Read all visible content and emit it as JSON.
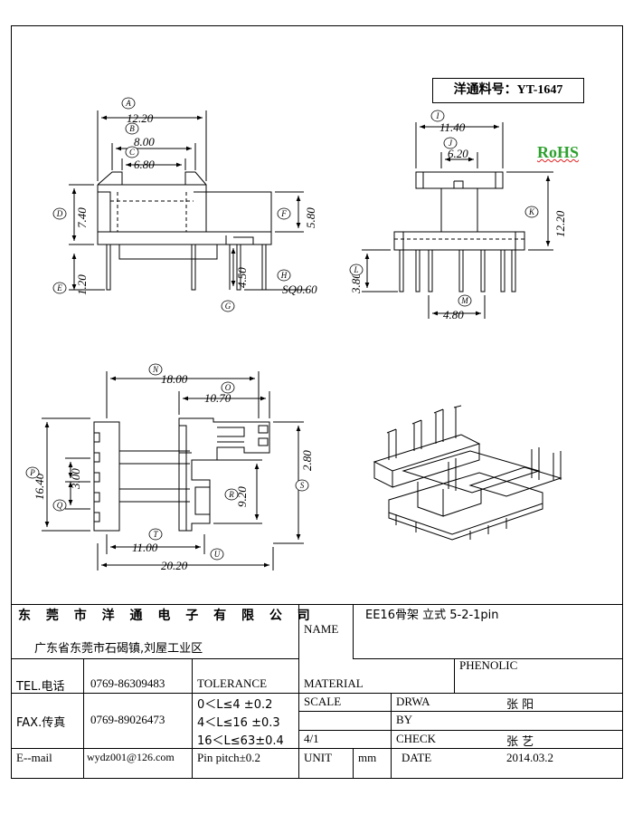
{
  "part_number": "洋通料号：YT-1647",
  "rohs": "RoHS",
  "dimensions": {
    "A": "12.20",
    "B": "8.00",
    "C": "6.80",
    "D": "7.40",
    "E": "1.20",
    "F": "5.80",
    "G": "4.50",
    "H": "SQ0.60",
    "I": "11.40",
    "J": "6.20",
    "K": "12.20",
    "L": "3.80",
    "M": "4.80",
    "N": "18.00",
    "O": "10.70",
    "P": "16.40",
    "Q": "3.00",
    "R": "9.20",
    "S": "2.80",
    "T": "11.00",
    "U": "20.20"
  },
  "title_block": {
    "company": "东 莞 市 洋 通 电 子 有 限 公 司",
    "address": "广东省东莞市石碣镇,刘屋工业区",
    "name_label": "NAME",
    "name_value": "EE16骨架  立式 5-2-1pin",
    "tel_label": "TEL.电话",
    "tel_value": "0769-86309483",
    "tolerance_label": "TOLERANCE",
    "material_label": "MATERIAL",
    "material_value": "PHENOLIC",
    "fax_label": "FAX.传真",
    "fax_value": "0769-89026473",
    "tol1": "0＜L≤4   ±0.2",
    "tol2": "4＜L≤16  ±0.3",
    "tol3": "16＜L≤63±0.4",
    "scale_label": "SCALE",
    "scale_value": "4/1",
    "drawn_label1": "DRWA",
    "drawn_label2": "BY",
    "drawn_value": "张  阳",
    "check_label": "CHECK",
    "check_value": "张  艺",
    "email_label": "E--mail",
    "email_value": "wydz001@126.com",
    "pin_pitch": "Pin pitch±0.2",
    "unit_label": "UNIT",
    "unit_value": "mm",
    "date_label": "DATE",
    "date_value": "2014.03.2"
  }
}
